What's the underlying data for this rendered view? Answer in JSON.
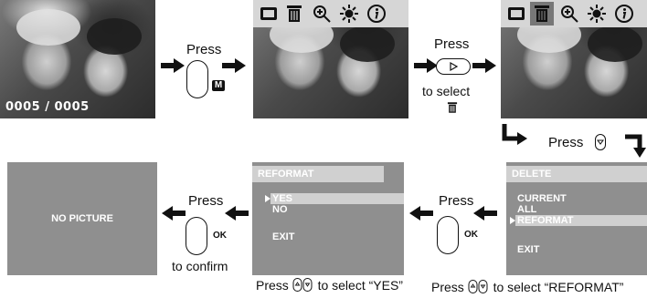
{
  "step1": {
    "counter": "0005 / 0005"
  },
  "step1_to_2": {
    "press": "Press",
    "key": "M"
  },
  "step2": {
    "toolbar": [
      "display-icon",
      "trash-icon",
      "zoom-icon",
      "brightness-icon",
      "info-icon"
    ]
  },
  "step2_to_3": {
    "press": "Press",
    "select": "to select"
  },
  "step3": {
    "toolbar": [
      "display-icon",
      "trash-icon",
      "zoom-icon",
      "brightness-icon",
      "info-icon"
    ]
  },
  "step3_down": {
    "press": "Press"
  },
  "delete_menu": {
    "title": "DELETE",
    "items": [
      "CURRENT",
      "ALL",
      "REFORMAT",
      "EXIT"
    ],
    "selected": "REFORMAT"
  },
  "delete_caption": {
    "press": "Press",
    "text": "to select “REFORMAT”"
  },
  "delete_to_reformat": {
    "press": "Press",
    "key": "OK"
  },
  "reformat_menu": {
    "title": "REFORMAT",
    "items": [
      "YES",
      "NO",
      "EXIT"
    ],
    "selected": "YES"
  },
  "reformat_caption": {
    "press": "Press",
    "text": "to select “YES”"
  },
  "reformat_to_result": {
    "press": "Press",
    "key": "OK",
    "confirm": "to confirm"
  },
  "result": {
    "message": "NO PICTURE"
  },
  "colors": {
    "screen_bg": "#8f8f8f",
    "menu_bar": "#d0d0d0",
    "arrow": "#111111"
  }
}
